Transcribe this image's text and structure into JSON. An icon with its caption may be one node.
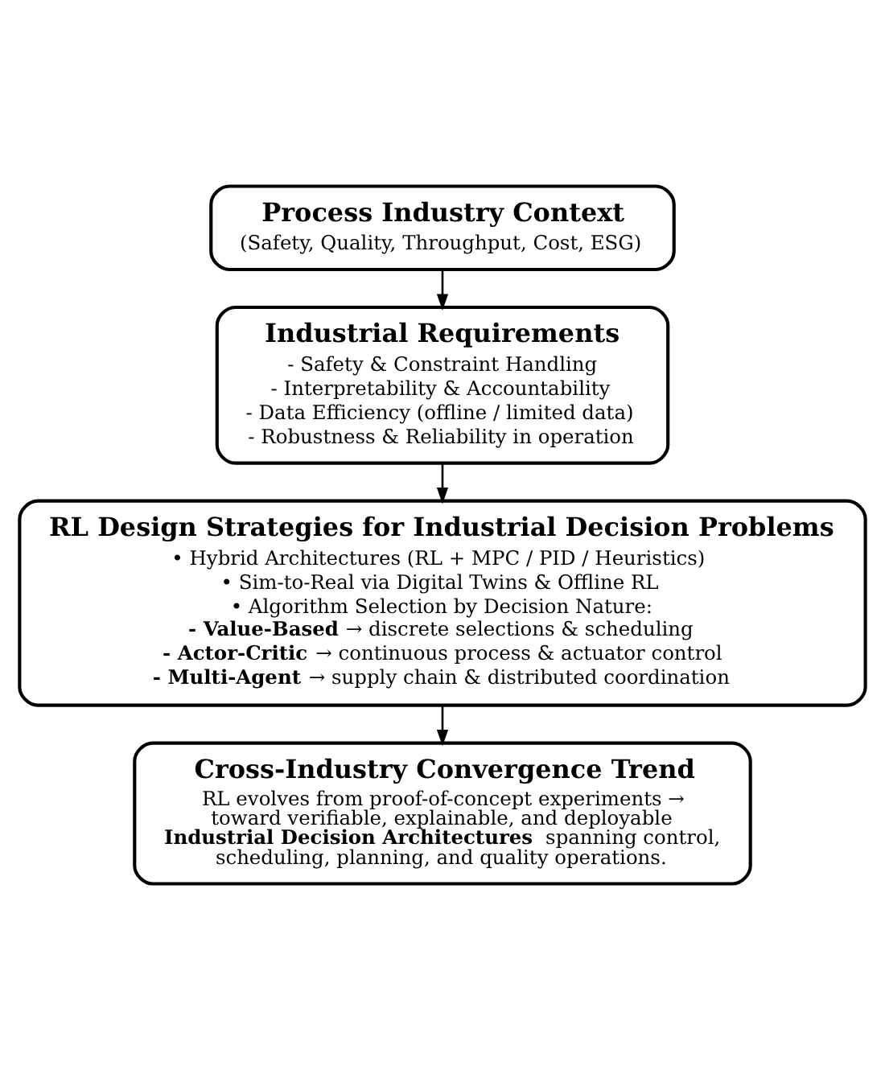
{
  "diagram": {
    "nodes": [
      {
        "text": [
          "Process Industry Context",
          "(Safety, Quality, Throughput, Cost, ESG)"
        ]
      },
      {
        "text": [
          "Industrial Requirements",
          "- Safety & Constraint Handling",
          "- Interpretability & Accountability",
          "- Data Efficiency (offline / limited data)",
          "- Robustness & Reliability in operation"
        ]
      },
      {
        "text": [
          "RL Design Strategies for Industrial Decision Problems",
          "• Hybrid Architectures (RL + MPC / PID / Heuristics)",
          "• Sim-to-Real via Digital Twins & Offline RL",
          "• Algorithm Selection by Decision Nature:",
          "**- Value-Based** → discrete selections & scheduling",
          "**- Actor-Critic** → continuous process & actuator control",
          "**- Multi-Agent** → supply chain & distributed coordination"
        ]
      },
      {
        "text": [
          "Cross-Industry Convergence Trend",
          "RL evolves from proof-of-concept experiments → toward verifiable, explainable, and deployable **Industrial Decision Architectures** spanning control, scheduling, planning, and quality operations."
        ]
      }
    ],
    "edges": [
      {
        "from": 0,
        "to": 1,
        "arrow": "to"
      },
      {
        "from": 1,
        "to": 2,
        "arrow": "to"
      },
      {
        "from": 2,
        "to": 3,
        "arrow": "to"
      }
    ]
  }
}
